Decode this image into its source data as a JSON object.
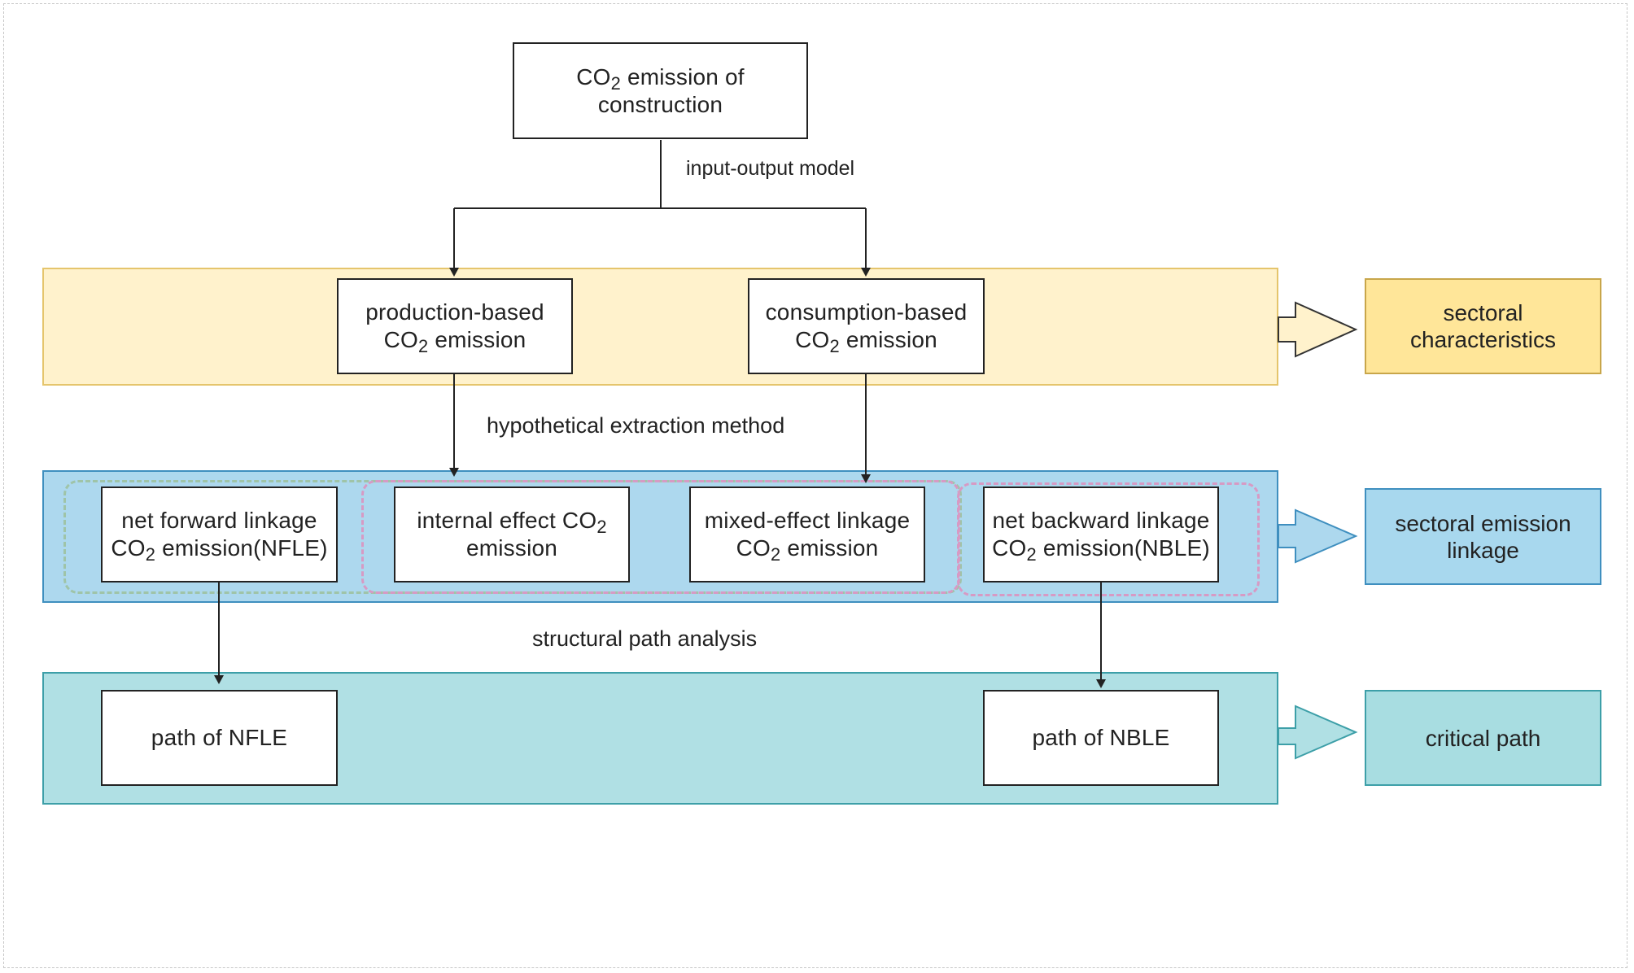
{
  "diagram": {
    "top_box": {
      "line1_pre": "CO",
      "line1_sub": "2",
      "line1_post": " emission of",
      "line2": "construction"
    },
    "edge_labels": {
      "io_model": "input-output model",
      "hem": "hypothetical extraction method",
      "spa": "structural path analysis"
    },
    "level1": {
      "production": {
        "line1": "production-based",
        "line2_pre": "CO",
        "line2_sub": "2",
        "line2_post": " emission"
      },
      "consumption": {
        "line1": "consumption-based",
        "line2_pre": "CO",
        "line2_sub": "2",
        "line2_post": " emission"
      }
    },
    "level2": {
      "nfle": {
        "line1": "net forward linkage",
        "line2_pre": "CO",
        "line2_sub": "2",
        "line2_post": " emission(NFLE)"
      },
      "internal": {
        "line1_pre": "internal effect CO",
        "line1_sub": "2",
        "line2": "emission"
      },
      "mixed": {
        "line1": "mixed-effect linkage",
        "line2_pre": "CO",
        "line2_sub": "2",
        "line2_post": " emission"
      },
      "nble": {
        "line1": "net backward linkage",
        "line2_pre": "CO",
        "line2_sub": "2",
        "line2_post": " emission(NBLE)"
      }
    },
    "level3": {
      "path_nfle": "path of NFLE",
      "path_nble": "path of NBLE"
    },
    "outcomes": {
      "sectoral": {
        "line1": "sectoral",
        "line2": "characteristics"
      },
      "linkage": {
        "line1": "sectoral emission",
        "line2": "linkage"
      },
      "critical": "critical path"
    },
    "colors": {
      "band_yellow": "#fff2cc",
      "band_blue": "#add8ee",
      "band_teal": "#b0e0e4",
      "outcome_yellow": "#ffe699",
      "outcome_blue": "#a8d8ee",
      "outcome_teal": "#a8dde1",
      "group_green_dashed": "#9fc4a8",
      "group_pink_dashed": "#d79ac4"
    }
  }
}
